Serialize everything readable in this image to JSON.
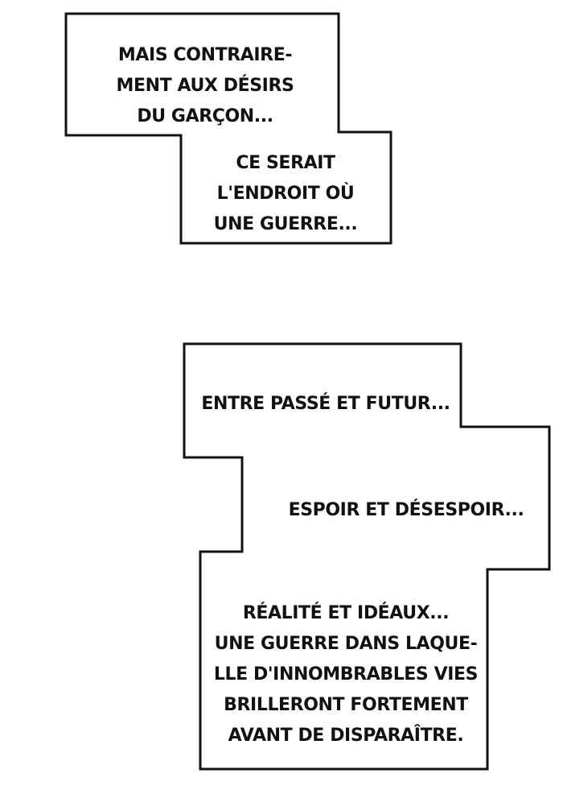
{
  "page": {
    "background": "#ffffff",
    "panel_border": "#111111",
    "text_color": "#111111"
  },
  "captions": {
    "box1_top": "MAIS CONTRAIRE-\nMENT AUX DÉSIRS\nDU GARÇON...",
    "box1_bottom": "CE SERAIT\nL'ENDROIT OÙ\nUNE GUERRE...",
    "box2_first": "ENTRE PASSÉ ET FUTUR...",
    "box2_second": "ESPOIR ET DÉSESPOIR...",
    "box2_third": "RÉALITÉ ET IDÉAUX...\nUNE GUERRE DANS LAQUE-\nLLE D'INNOMBRABLES VIES\nBRILLERONT FORTEMENT\nAVANT DE DISPARAÎTRE."
  }
}
